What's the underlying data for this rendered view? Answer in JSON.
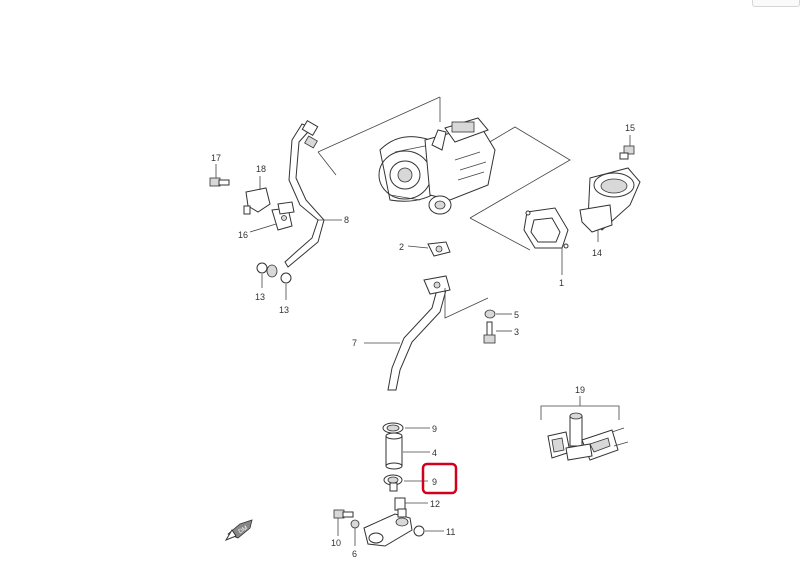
{
  "callouts": {
    "p1": "1",
    "p2": "2",
    "p3": "3",
    "p4": "4",
    "p5": "5",
    "p6": "6",
    "p7": "7",
    "p8": "8",
    "p9a": "9",
    "p9b": "9",
    "p10": "10",
    "p11": "11",
    "p12": "12",
    "p13a": "13",
    "p13b": "13",
    "p14": "14",
    "p15": "15",
    "p16": "16",
    "p17": "17",
    "p18": "18",
    "p19": "19"
  },
  "direction_mark": "DM",
  "highlight": {
    "callout": "9",
    "color": "#d0021b"
  }
}
